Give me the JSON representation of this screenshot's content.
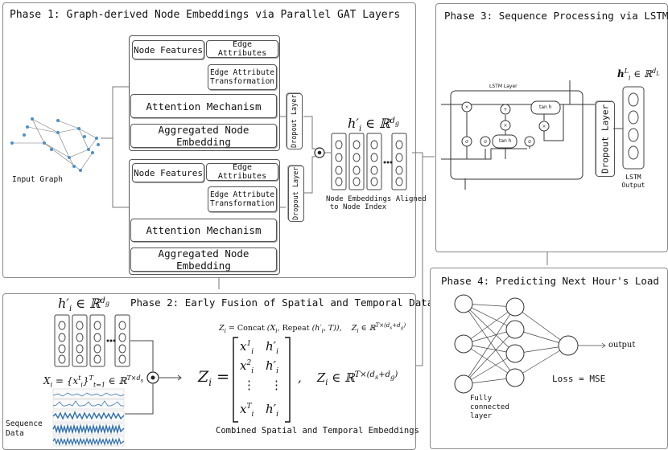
{
  "phase1": {
    "title": "Phase 1: Graph-derived Node Embeddings via Parallel GAT Layers",
    "input_graph": "Input Graph",
    "top": {
      "node_features": "Node Features",
      "edge_attributes": "Edge Attributes",
      "edge_transform_1": "Edge Attribute",
      "edge_transform_2": "Transformation",
      "attention": "Attention Mechanism",
      "aggregated": "Aggregated Node Embedding",
      "dropout": "Dropout Layer"
    },
    "bottom": {
      "node_features": "Node Features",
      "edge_attributes": "Edge Attributes",
      "edge_transform_1": "Edge Attribute",
      "edge_transform_2": "Transformation",
      "attention": "Attention Mechanism",
      "aggregated": "Aggregated Node Embedding",
      "dropout": "Dropout Layer"
    },
    "embed_symbol": "h′ᵢ ∈ ℝ^{d_g}",
    "aligned_1": "Node Embeddings Aligned",
    "aligned_2": "to Node Index"
  },
  "phase2": {
    "title": "Phase 2: Early Fusion of Spatial and Temporal Data",
    "embed_symbol": "h′ᵢ ∈ ℝ^{d_g}",
    "x_def": "Xᵢ = {xᵢᵗ}ᵀₜ₌₁ ∈ ℝ^{T×dₛ}",
    "seq_label_1": "Sequence",
    "seq_label_2": "Data",
    "concat_eq": "Zᵢ = Concat (Xᵢ, Repeat (h′ᵢ, T)),    Zᵢ ∈ ℝ^{T×(dₛ+d_g)}",
    "z_lhs": "Zᵢ =",
    "matrix": [
      [
        "x¹ᵢ",
        "h′ᵢ"
      ],
      [
        "x²ᵢ",
        "h′ᵢ"
      ],
      [
        "⋮",
        "⋮"
      ],
      [
        "xᵀᵢ",
        "h′ᵢ"
      ]
    ],
    "z_space": "Zᵢ ∈ ℝ^{T×(dₛ+d_g)}",
    "caption": "Combined Spatial and Temporal Embeddings"
  },
  "phase3": {
    "title": "Phase 3: Sequence Processing via LSTM",
    "lstm_layer": "LSTM Layer",
    "tanh": "tan h",
    "dropout": "Dropout Layer",
    "out_symbol": "hᵢᴸ ∈ ℝ^{d_L}",
    "lstm_output_1": "LSTM",
    "lstm_output_2": "Output"
  },
  "phase4": {
    "title": "Phase 4: Predicting Next Hour's Load",
    "output": "output",
    "loss": "Loss = MSE",
    "fc_1": "Fully",
    "fc_2": "connected",
    "fc_3": "layer"
  },
  "colors": {
    "node": "#4a90c8",
    "border": "#8a8a8a",
    "seq": "#2f6fb0"
  }
}
